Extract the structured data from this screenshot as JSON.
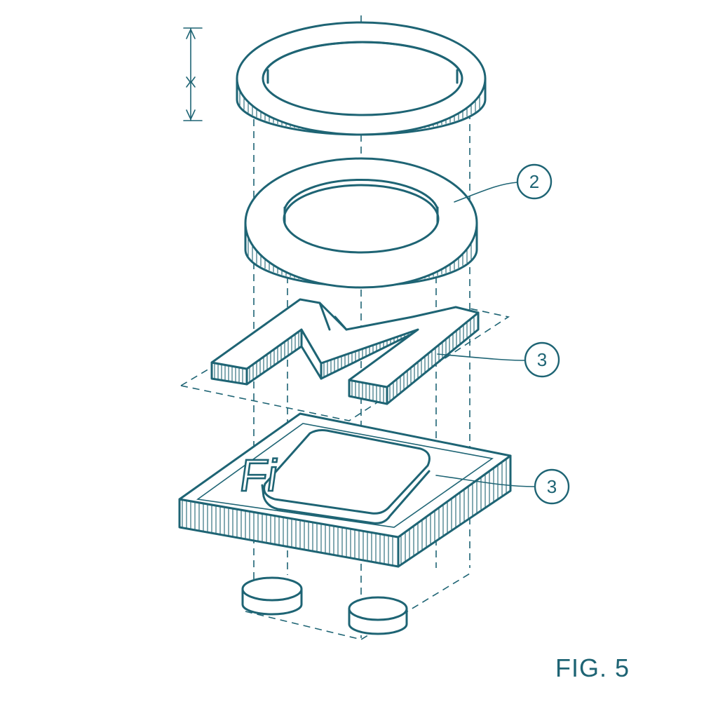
{
  "figure": {
    "label": "FIG. 5"
  },
  "callouts": [
    {
      "number": "2"
    },
    {
      "number": "3"
    },
    {
      "number": "3"
    }
  ],
  "parts": {
    "top_ring": {
      "icon": "ring-icon"
    },
    "middle_ring": {
      "icon": "ring-icon"
    },
    "m_letter": {
      "icon": "letter-m-shape"
    },
    "base_plate": {
      "icon": "square-plate-icon",
      "embossed_text": "Fi"
    },
    "feet": {
      "icon": "cylinder-foot-icon"
    }
  },
  "colors": {
    "line": "#1e6474",
    "background": "#ffffff"
  }
}
